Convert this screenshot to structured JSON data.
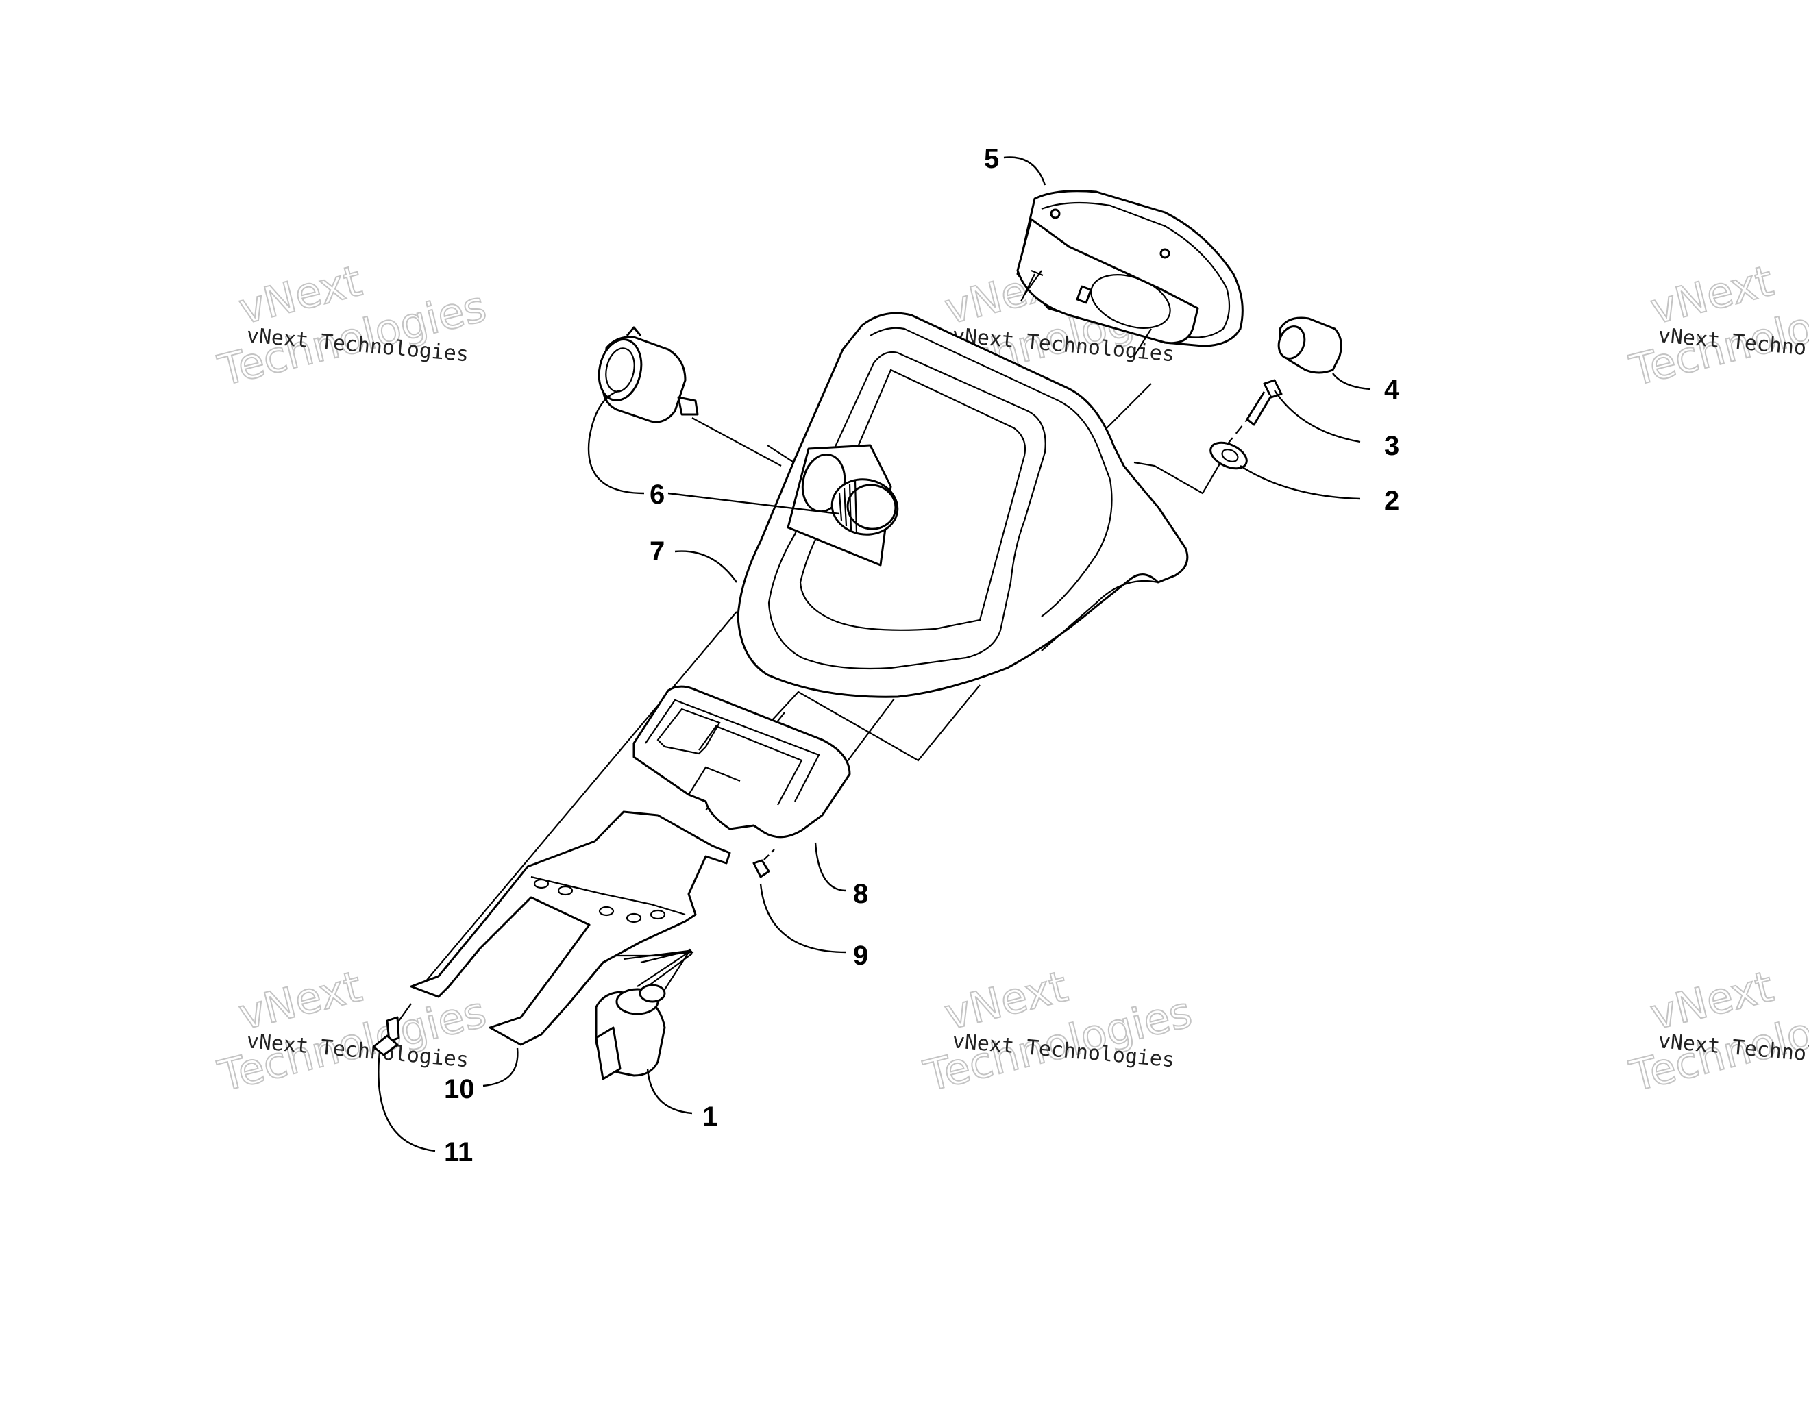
{
  "diagram": {
    "callouts": [
      {
        "id": "1",
        "label": "1"
      },
      {
        "id": "2",
        "label": "2"
      },
      {
        "id": "3",
        "label": "3"
      },
      {
        "id": "4",
        "label": "4"
      },
      {
        "id": "5",
        "label": "5"
      },
      {
        "id": "6",
        "label": "6"
      },
      {
        "id": "7",
        "label": "7"
      },
      {
        "id": "8",
        "label": "8"
      },
      {
        "id": "9",
        "label": "9"
      },
      {
        "id": "10",
        "label": "10"
      },
      {
        "id": "11",
        "label": "11"
      }
    ],
    "watermark": {
      "line_small": "vNext Technologies",
      "line_top": "vNext",
      "line_large": "Technologies"
    }
  }
}
